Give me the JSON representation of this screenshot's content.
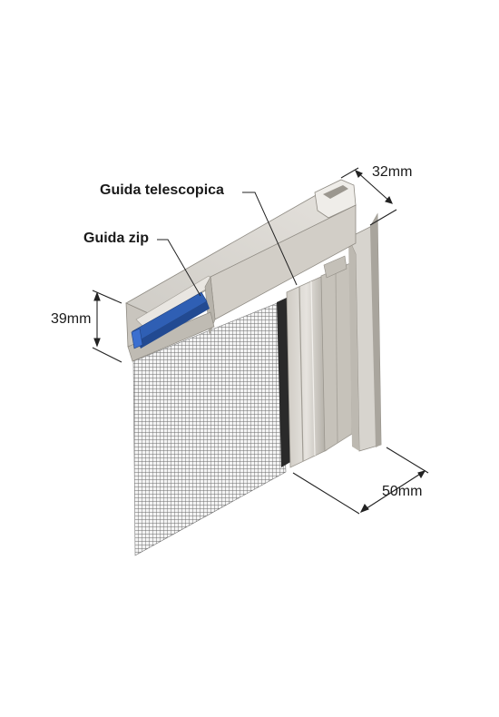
{
  "labels": {
    "telescopic_guide": "Guida telescopica",
    "zip_guide": "Guida zip",
    "width_top": "32mm",
    "height_left": "39mm",
    "width_bottom": "50mm"
  },
  "colors": {
    "profile_light": "#d9d6d0",
    "profile_mid": "#bdb9b1",
    "profile_dark": "#8e8a82",
    "zip_blue": "#2f5fb4",
    "mesh": "#5c5c5c",
    "dimension_line": "#222222"
  }
}
